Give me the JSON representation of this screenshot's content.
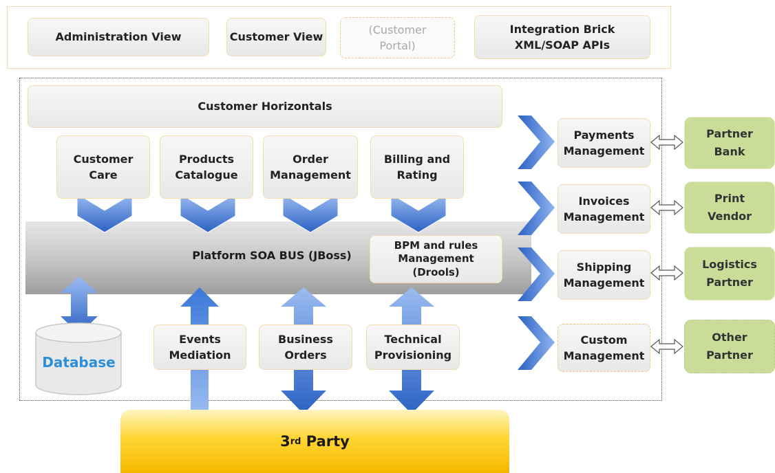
{
  "top_views": {
    "administration": "Administration View",
    "customer": "Customer View",
    "customer_portal": "(Customer\nPortal)",
    "integration": "Integration Brick\nXML/SOAP APIs"
  },
  "customer_horizontals": "Customer Horizontals",
  "modules": {
    "customer_care": "Customer\nCare",
    "products_catalogue": "Products\nCatalogue",
    "order_management": "Order\nManagement",
    "billing_rating": "Billing and\nRating"
  },
  "bus": {
    "label": "Platform SOA BUS (JBoss)",
    "bpm": "BPM and rules\nManagement\n(Drools)"
  },
  "database": "Database",
  "connectors": {
    "events": "Events\nMediation",
    "business": "Business\nOrders",
    "technical": "Technical\nProvisioning"
  },
  "third_party": {
    "main": "3",
    "sup": "rd",
    "rest": " Party"
  },
  "managements": {
    "payments": "Payments\nManagement",
    "invoices": "Invoices\nManagement",
    "shipping": "Shipping\nManagement",
    "custom": "Custom\nManagement"
  },
  "partners": {
    "bank": "Partner\nBank",
    "print": "Print\nVendor",
    "logistics": "Logistics\nPartner",
    "other": "Other\nPartner"
  },
  "colors": {
    "arrow_blue": "#2f6fd0",
    "partner_green": "#c9dc98",
    "third_party_gold": "#ffd633",
    "database_text": "#2a8fd8"
  }
}
